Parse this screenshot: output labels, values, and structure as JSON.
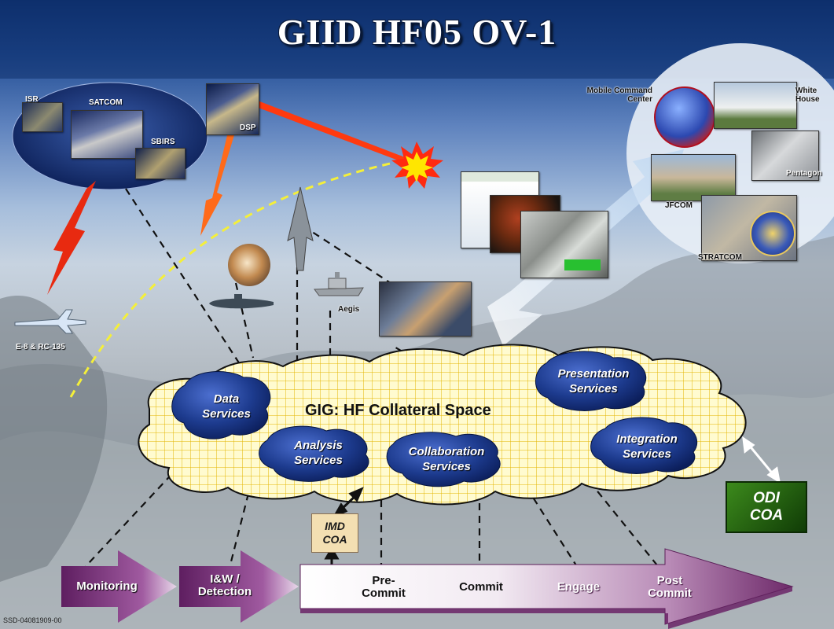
{
  "title": "GIID HF05 OV-1",
  "platforms": {
    "isr": "ISR",
    "satcom": "SATCOM",
    "sbirs": "SBIRS",
    "dsp": "DSP",
    "aircraft": "E-8 & RC-135",
    "aegis": "Aegis"
  },
  "commands": {
    "mobile_command_center": "Mobile Command Center",
    "white_house": "White House",
    "pentagon": "Pentagon",
    "jfcom": "JFCOM",
    "stratcom": "STRATCOM"
  },
  "cloud": {
    "label": "GIG: HF Collateral Space",
    "services": [
      {
        "line1": "Data",
        "line2": "Services"
      },
      {
        "line1": "Analysis",
        "line2": "Services"
      },
      {
        "line1": "Collaboration",
        "line2": "Services"
      },
      {
        "line1": "Presentation",
        "line2": "Services"
      },
      {
        "line1": "Integration",
        "line2": "Services"
      }
    ]
  },
  "coa": {
    "imd": {
      "line1": "IMD",
      "line2": "COA"
    },
    "odi": {
      "line1": "ODI",
      "line2": "COA"
    }
  },
  "timeline": {
    "monitoring": "Monitoring",
    "detection_line1": "I&W /",
    "detection_line2": "Detection",
    "phases": [
      {
        "line1": "Pre-",
        "line2": "Commit"
      },
      {
        "line1": "Commit",
        "line2": ""
      },
      {
        "line1": "Engage",
        "line2": ""
      },
      {
        "line1": "Post",
        "line2": "Commit"
      }
    ]
  },
  "footnote": "SSD-04081909-00",
  "colors": {
    "service_blob": "#1c3a8c",
    "cloud_fill": "#fffbd0",
    "cloud_grid": "#e6b800",
    "odi_box": "#1f5c0e",
    "imd_box": "#f3dfb2",
    "timeline_arrow": "#7b2a73"
  }
}
